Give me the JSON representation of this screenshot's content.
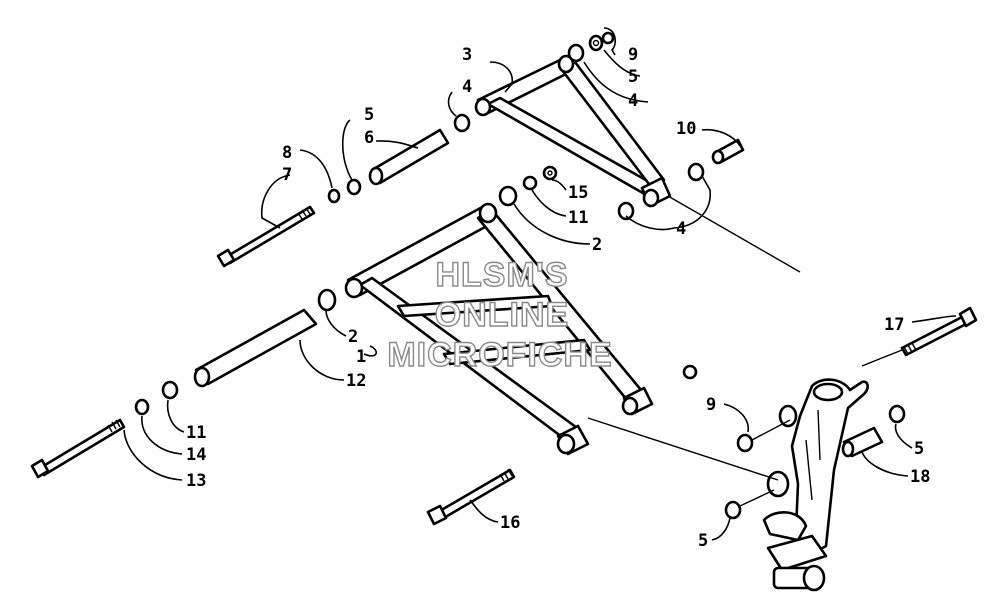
{
  "watermark": {
    "line1": "HLSM'S",
    "line2": "ONLINE",
    "line3": "MICROFICHE",
    "color": "#8a8a8a"
  },
  "callouts": {
    "c3": "3",
    "c4a": "4",
    "c9a": "9",
    "c5a": "5",
    "c4b": "4",
    "c10": "10",
    "c5b": "5",
    "c6": "6",
    "c8": "8",
    "c7": "7",
    "c15": "15",
    "c11a": "11",
    "c2a": "2",
    "c4c": "4",
    "c2b": "2",
    "c1": "1",
    "c12": "12",
    "c11b": "11",
    "c14": "14",
    "c13": "13",
    "c9b": "9",
    "c17": "17",
    "c5c": "5",
    "c18": "18",
    "c16": "16",
    "c5d": "5"
  },
  "colors": {
    "line": "#000000",
    "background": "#ffffff"
  }
}
